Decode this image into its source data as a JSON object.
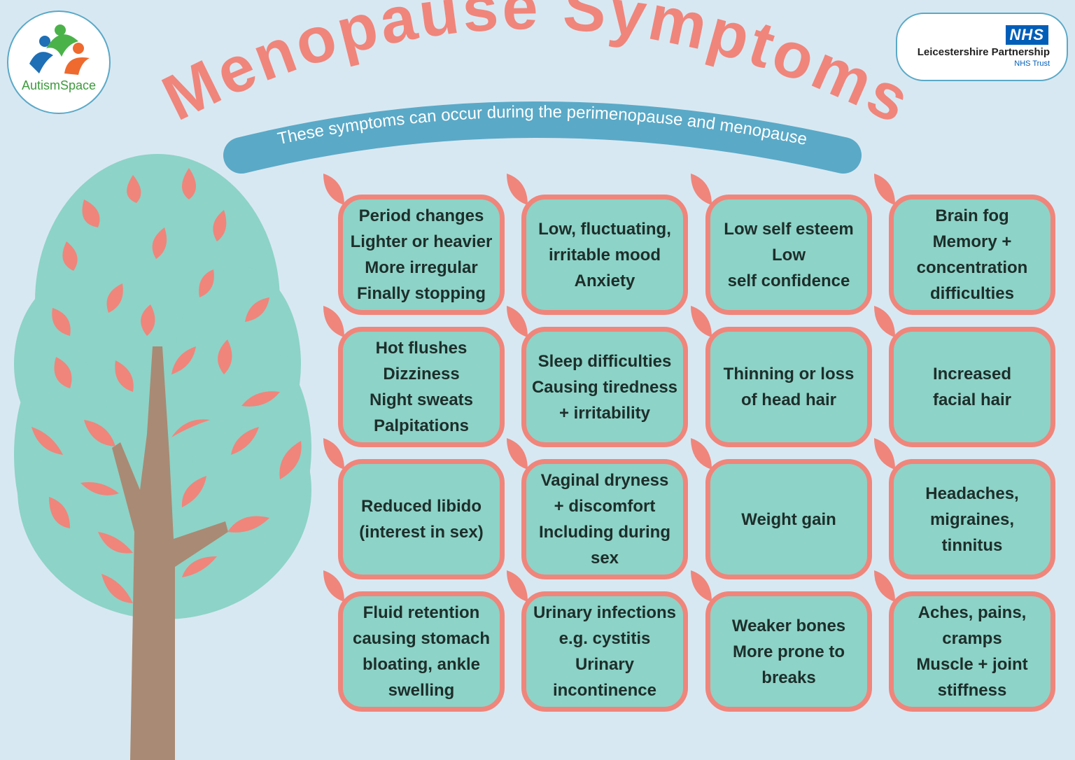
{
  "title": "Menopause Symptoms",
  "subtitle": "These symptoms can occur during the perimenopause and menopause",
  "logos": {
    "autism": "AutismSpace",
    "nhs_badge": "NHS",
    "nhs_org": "Leicestershire Partnership",
    "nhs_trust": "NHS Trust"
  },
  "colors": {
    "background": "#d8e8f2",
    "title": "#f0857b",
    "card_fill": "#8dd3c7",
    "card_border": "#f0857b",
    "banner": "#5aa9c7",
    "trunk": "#a98a74"
  },
  "symptoms": [
    [
      "Period changes\nLighter or heavier\nMore irregular\nFinally stopping",
      "Low, fluctuating,\nirritable mood\nAnxiety",
      "Low self esteem\nLow\nself confidence",
      "Brain fog\nMemory +\nconcentration\ndifficulties"
    ],
    [
      "Hot flushes\nDizziness\nNight sweats\nPalpitations",
      "Sleep difficulties\nCausing tiredness\n+ irritability",
      "Thinning or loss\nof head hair",
      "Increased\nfacial hair"
    ],
    [
      "Reduced libido\n(interest in sex)",
      "Vaginal dryness\n+ discomfort\nIncluding during\nsex",
      "Weight gain",
      "Headaches,\nmigraines,\ntinnitus"
    ],
    [
      "Fluid retention\ncausing stomach\nbloating, ankle\nswelling",
      "Urinary infections\ne.g. cystitis\nUrinary\nincontinence",
      "Weaker bones\nMore prone to\nbreaks",
      "Aches, pains,\ncramps\nMuscle + joint\nstiffness"
    ]
  ]
}
